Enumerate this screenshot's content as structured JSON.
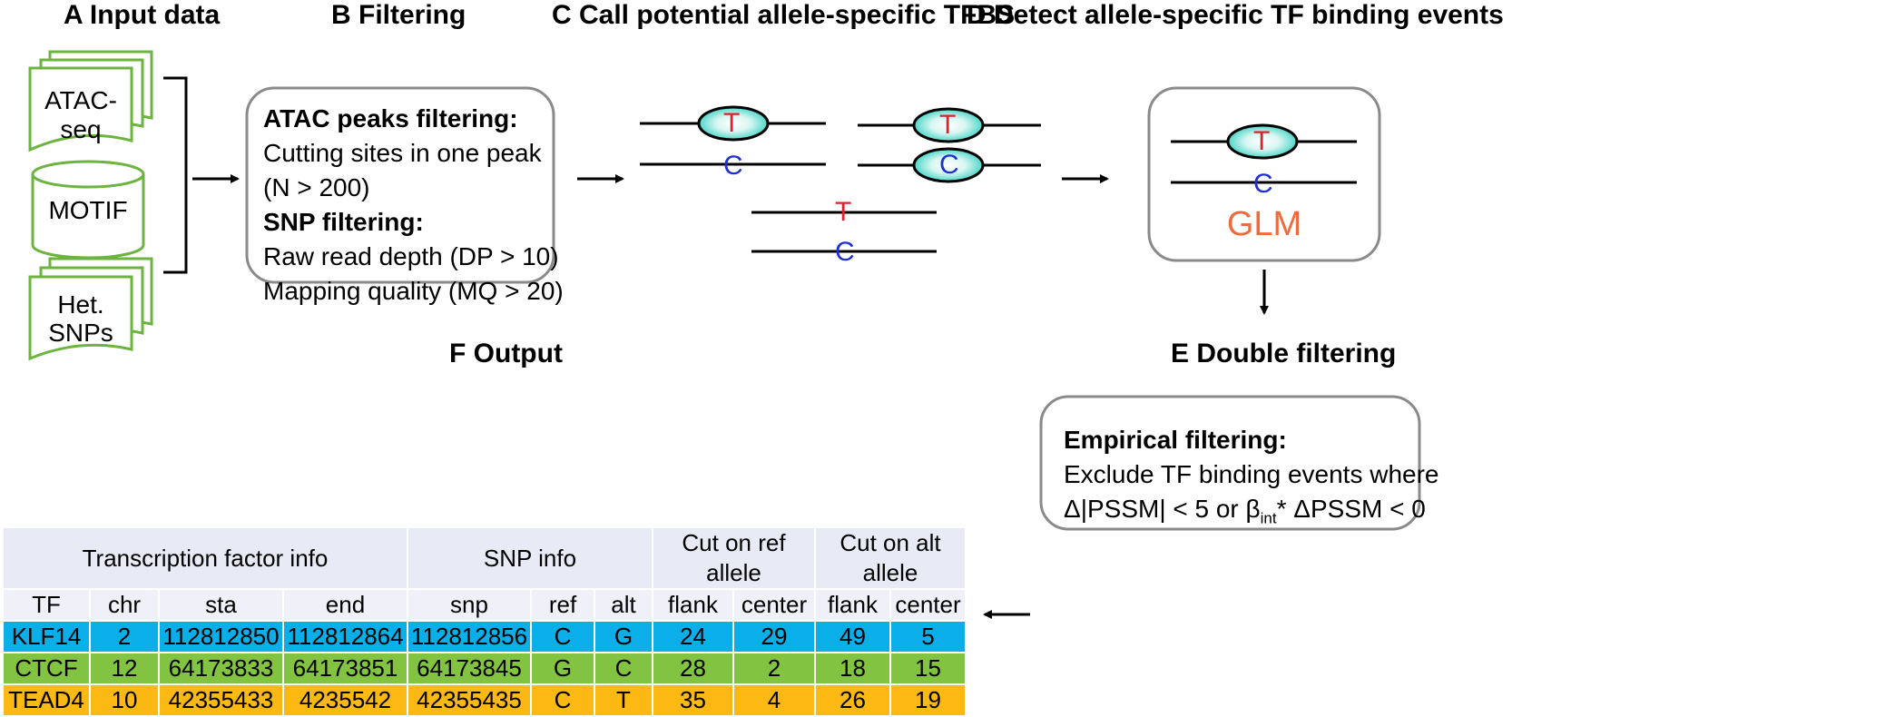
{
  "panels": {
    "a_title": "A  Input data",
    "b_title": "B  Filtering",
    "c_title": "C  Call potential allele-specific TFBS",
    "d_title": "D  Detect allele-specific TF binding events",
    "e_title": "E  Double filtering",
    "f_title": "F  Output"
  },
  "inputs": {
    "atac": "ATAC-seq",
    "motif": "MOTIF",
    "snps_line1": "Het.",
    "snps_line2": "SNPs"
  },
  "filtering": {
    "atac_heading": "ATAC peaks filtering:",
    "atac_line1": "Cutting sites in one peak",
    "atac_line2": "(N > 200)",
    "snp_heading": "SNP filtering:",
    "snp_line1": "Raw read depth (DP > 10)",
    "snp_line2": "Mapping quality (MQ > 20)"
  },
  "alleles": {
    "t": "T",
    "c": "C"
  },
  "glm": "GLM",
  "double_filtering": {
    "heading": "Empirical filtering:",
    "line1": "Exclude TF binding events where",
    "line2_a": "Δ|PSSM| < 5 or β",
    "line2_sub": "int",
    "line2_b": "* ΔPSSM < 0"
  },
  "output_table": {
    "groups": [
      "Transcription factor info",
      "SNP info",
      "Cut on ref allele",
      "Cut on alt allele"
    ],
    "columns": [
      "TF",
      "chr",
      "sta",
      "end",
      "snp",
      "ref",
      "alt",
      "flank",
      "center",
      "flank",
      "center"
    ],
    "rows": [
      [
        "KLF14",
        "2",
        "112812850",
        "112812864",
        "112812856",
        "C",
        "G",
        "24",
        "29",
        "49",
        "5"
      ],
      [
        "CTCF",
        "12",
        "64173833",
        "64173851",
        "64173845",
        "G",
        "C",
        "28",
        "2",
        "18",
        "15"
      ],
      [
        "TEAD4",
        "10",
        "42355433",
        "4235542",
        "42355435",
        "C",
        "T",
        "35",
        "4",
        "26",
        "19"
      ]
    ]
  },
  "colors": {
    "doc_green": "#6cb33f",
    "allele_t": "#e0202a",
    "allele_c": "#1f2fd6",
    "glm": "#f06a3a",
    "tf_blob": "#3fd6c6",
    "row_klf14": "#0aaee8",
    "row_ctcf": "#82c341",
    "row_tead4": "#fcb813"
  },
  "icons": [
    "document-stack-icon",
    "database-cylinder-icon",
    "arrow-right-icon",
    "arrow-down-icon",
    "arrow-left-icon",
    "tf-binding-oval-icon"
  ]
}
